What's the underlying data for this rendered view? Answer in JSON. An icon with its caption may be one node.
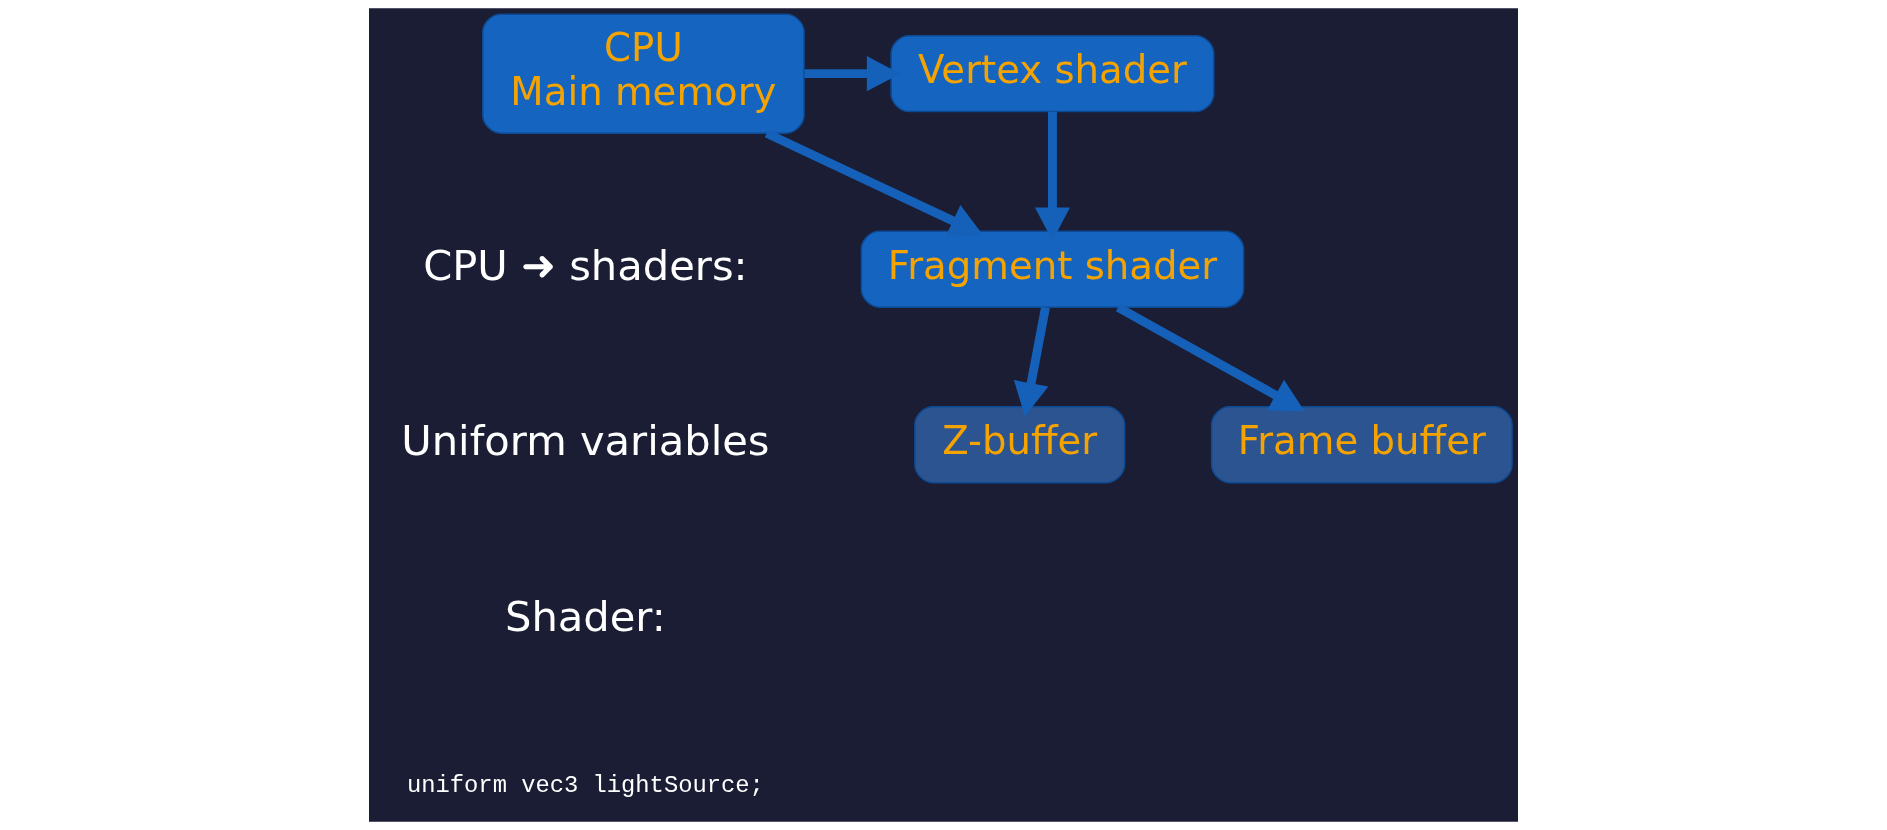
{
  "diagram": {
    "nodes": [
      {
        "text": [
          "CPU",
          "Main memory"
        ]
      },
      {
        "text": [
          "Vertex shader"
        ]
      },
      {
        "text": [
          "Fragment shader"
        ]
      },
      {
        "text": [
          "Frame buffer"
        ]
      },
      {
        "text": [
          "Z-buffer"
        ]
      }
    ],
    "edges": [
      {
        "from": 0,
        "to": 1,
        "arrow": "to"
      },
      {
        "from": 1,
        "to": 2,
        "arrow": "to"
      },
      {
        "from": 0,
        "to": 2,
        "arrow": "to"
      },
      {
        "from": 2,
        "to": 3,
        "arrow": "to"
      },
      {
        "from": 2,
        "to": 4,
        "arrow": "to"
      }
    ],
    "labels": [
      "CPU ➜ shaders:",
      "Uniform variables",
      "Shader:",
      "uniform vec3 lightSource;"
    ]
  }
}
